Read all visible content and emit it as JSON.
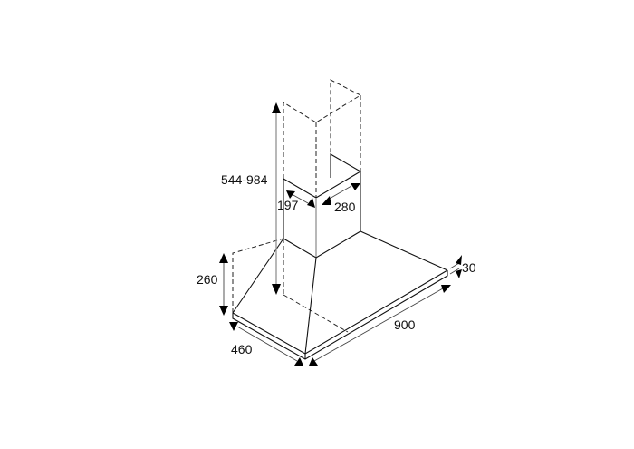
{
  "diagram": {
    "subject": "chimney range hood dimension drawing",
    "colors": {
      "line": "#111111",
      "background": "#ffffff"
    },
    "dimensions": {
      "chimney_height": "544-984",
      "chimney_depth": "197",
      "chimney_width": "280",
      "hood_height": "260",
      "hood_depth": "460",
      "hood_width": "900",
      "base_thickness": "30"
    }
  }
}
